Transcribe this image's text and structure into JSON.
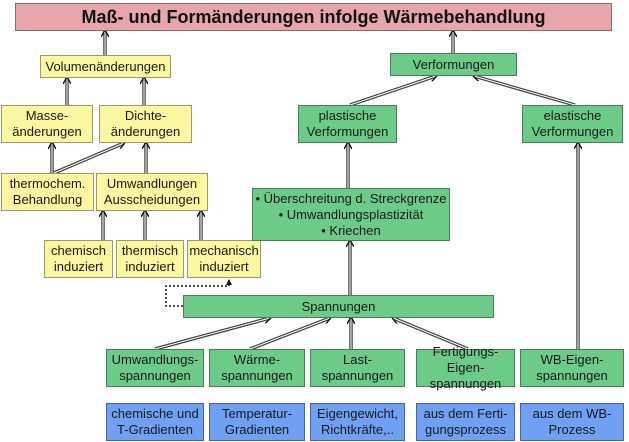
{
  "title": "Maß- und Formänderungen infolge Wärmebehandlung",
  "colors": {
    "title": "#e8a6ab",
    "volume_branch": "#fbf6a0",
    "deformation_branch": "#6ccb87",
    "causes": "#6fa0f4"
  },
  "volume": {
    "root": "Volumenänderungen",
    "masse": "Masse-\nänderungen",
    "dichte": "Dichte-\nänderungen",
    "thermochem": "thermochem.\nBehandlung",
    "umwandlungen": "Umwandlungen\nAusscheidungen",
    "induced": [
      "chemisch\ninduziert",
      "thermisch\ninduziert",
      "mechanisch\ninduziert"
    ]
  },
  "deformation": {
    "root": "Verformungen",
    "plastic": "plastische\nVerformungen",
    "elastic": "elastische\nVerformungen",
    "mechanisms": "• Überschreitung d. Streckgrenze\n• Umwandlungsplastizität\n• Kriechen",
    "stresses": "Spannungen"
  },
  "stress_types": [
    "Umwandlungs-\nspannungen",
    "Wärme-\nspannungen",
    "Last-\nspannungen",
    "Fertigungs-Eigen-\nspannungen",
    "WB-Eigen-\nspannungen"
  ],
  "causes": [
    "chemische und\nT-Gradienten",
    "Temperatur-\nGradienten",
    "Eigengewicht,\nRichtkräfte,..",
    "aus dem Ferti-\ngungsprozess",
    "aus dem WB-\nProzess"
  ]
}
